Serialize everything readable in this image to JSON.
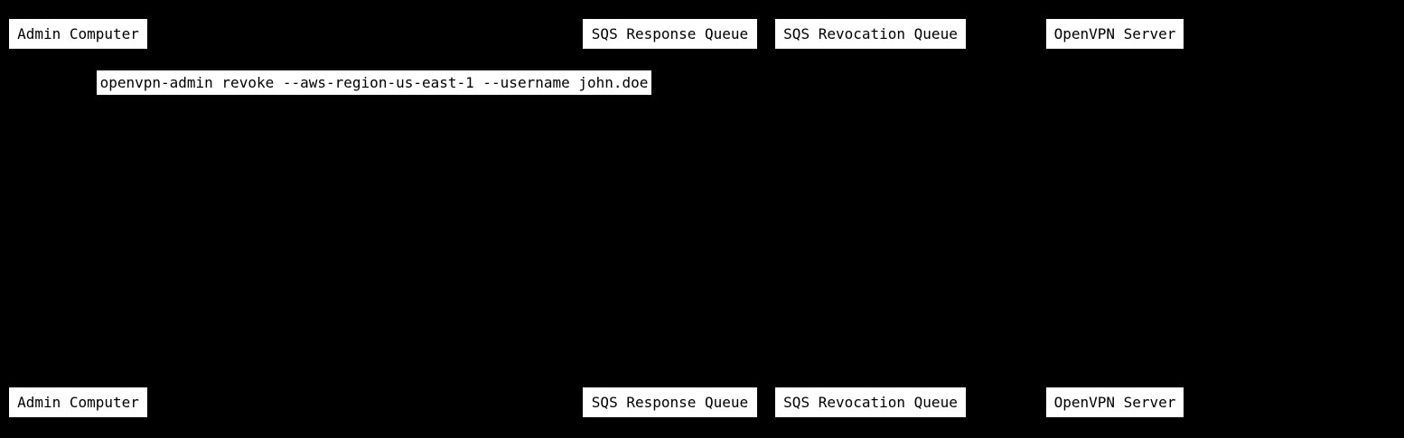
{
  "diagram": {
    "type": "sequence",
    "participants": [
      {
        "label": "Admin Computer"
      },
      {
        "label": "SQS Response Queue"
      },
      {
        "label": "SQS Revocation Queue"
      },
      {
        "label": "OpenVPN Server"
      }
    ],
    "messages": [
      {
        "label": "openvpn-admin revoke --aws-region-us-east-1 --username john.doe"
      }
    ],
    "colors": {
      "background": "#000000",
      "box_fill": "#ffffff",
      "box_text": "#000000"
    }
  }
}
